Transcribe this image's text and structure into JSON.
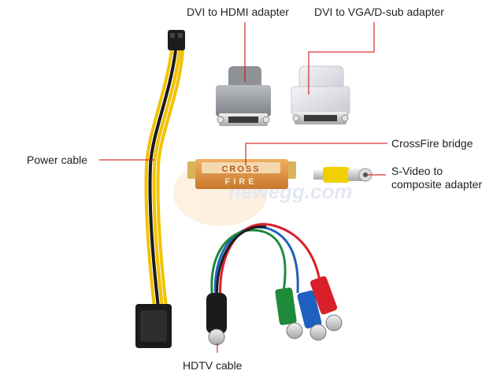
{
  "labels": {
    "dvi_hdmi": "DVI to HDMI adapter",
    "dvi_vga": "DVI to VGA/D-sub adapter",
    "power_cable": "Power cable",
    "crossfire_bridge": "CrossFire bridge",
    "svideo_line1": "S-Video to",
    "svideo_line2": "composite adapter",
    "hdtv_cable": "HDTV cable"
  },
  "bridge_text": {
    "line1": "CROSS",
    "line2": "FIRE"
  },
  "watermark": "newegg.com",
  "colors": {
    "leader_line": "#cc0000",
    "wire_yellow": "#f2c200",
    "wire_black": "#1a1a1a",
    "bridge_orange": "#d98a3a",
    "rca_red": "#d8202a",
    "rca_green": "#1e8a3a",
    "rca_blue": "#1f5fbf",
    "rca_yellow": "#f0d000"
  }
}
